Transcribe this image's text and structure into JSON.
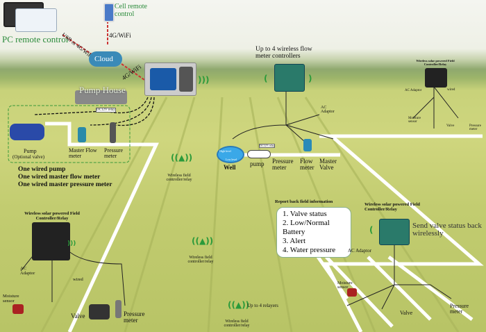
{
  "pc": {
    "label": "PC remote control"
  },
  "cell": {
    "label": "Cell remote control"
  },
  "cloud": {
    "label": "Cloud"
  },
  "links": {
    "pc_cloud": "USB or 4G/WiFi",
    "cell_cloud": "4G/WiFi",
    "cloud_controller": "4G/WiFi",
    "relay_tag": "DC12V relay"
  },
  "pump_house": {
    "label": "Pump House"
  },
  "pump_group": {
    "pump": "Pump",
    "pump_note": "(Optional valve)",
    "flow": "Master Flow meter",
    "pressure": "Pressure meter",
    "notes": [
      "One wired pump",
      "One wired master flow meter",
      "One wired master pressure meter"
    ]
  },
  "flow_controllers": {
    "title": "Up to 4 wireless flow meter controllers",
    "ac": "AC Adaptor",
    "well": "Well",
    "high": "High level",
    "low": "Low level",
    "pump": "pump",
    "pump_tag": "DC12V relay",
    "pressure": "Pressure meter",
    "flow": "Flow meter",
    "master_valve": "Master Valve"
  },
  "top_right": {
    "title": "Wireless solar powered Field Controller/Relay",
    "ac": "AC Adaptor",
    "moisture": "Moisture sensor",
    "wired": "wired",
    "valve": "Valve",
    "pressure": "Pressure meter"
  },
  "relays": [
    {
      "label": "Wireless field controller/relay"
    },
    {
      "label": "Wireless field controller/relay"
    },
    {
      "label": "Wireless field controller/relay",
      "note": "Up to 4 relayers"
    }
  ],
  "left_controller": {
    "title": "Wireless solar powered Field Controller/Relay",
    "ac": "AC Adaptor",
    "moisture": "Moisture sensor",
    "wired": "wired",
    "valve": "Valve",
    "pressure": "Pressure meter"
  },
  "report": {
    "title": "Report back field information",
    "items": [
      "1. Valve status",
      "2. Low/Normal Battery",
      "3. Alert",
      "4. Water pressure"
    ]
  },
  "right_controller": {
    "title": "Wireless solar powered Field Controller/Relay",
    "send": "Send valve status back wirelessly",
    "ac": "AC Adaptor",
    "moisture": "Moisture sensor",
    "valve": "Valve",
    "pressure": "Pressure meter"
  }
}
